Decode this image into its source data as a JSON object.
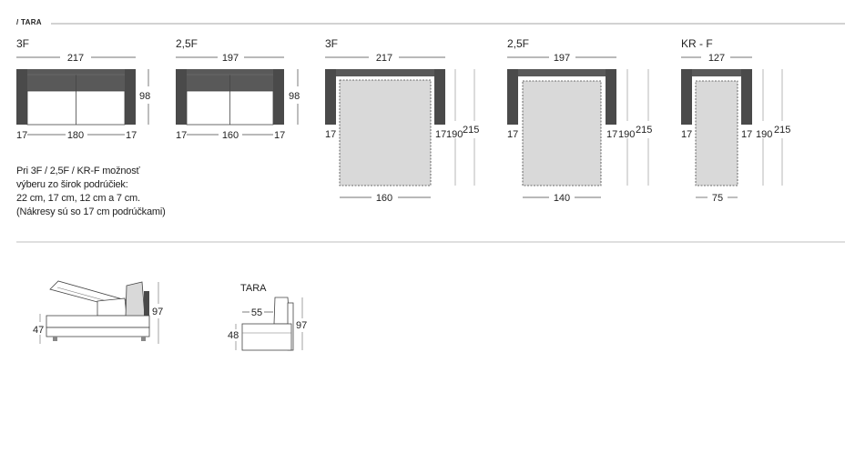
{
  "header": {
    "title": "/ TARA"
  },
  "models": [
    {
      "label": "3F",
      "width": "217",
      "depth": "98",
      "arm_left": "17",
      "seat": "180",
      "arm_right": "17"
    },
    {
      "label": "2,5F",
      "width": "197",
      "depth": "98",
      "arm_left": "17",
      "seat": "160",
      "arm_right": "17"
    },
    {
      "label": "3F",
      "width": "217",
      "arm_left": "17",
      "arm_right": "17",
      "bed_length": "190",
      "total_length": "215",
      "mattress": "160"
    },
    {
      "label": "2,5F",
      "width": "197",
      "arm_left": "17",
      "arm_right": "17",
      "bed_length": "190",
      "total_length": "215",
      "mattress": "140"
    },
    {
      "label": "KR - F",
      "width": "127",
      "arm_left": "17",
      "arm_right": "17",
      "bed_length": "190",
      "total_length": "215",
      "mattress": "75"
    }
  ],
  "note": "Pri 3F / 2,5F / KR-F možnosť\nvýberu zo širok podrúčiek:\n22 cm, 17 cm, 12 cm a 7 cm.\n(Nákresy sú so 17 cm podrúčkami)",
  "side_open": {
    "seat_height": "47",
    "height": "97"
  },
  "side_closed": {
    "label": "TARA",
    "seat_depth": "55",
    "seat_height": "48",
    "height": "97"
  },
  "colors": {
    "frame": "#4a4a4a",
    "backrest": "#595959",
    "mattress": "#d9d9d9",
    "line": "#9a9a9a"
  }
}
